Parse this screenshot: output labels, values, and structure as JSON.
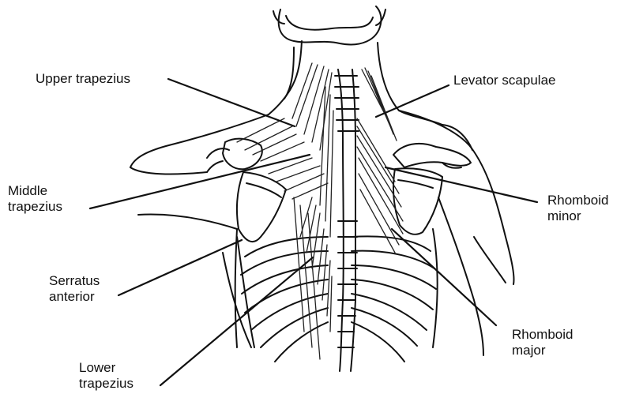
{
  "colors": {
    "ink": "#111111",
    "paper": "#ffffff",
    "shade": "#222222"
  },
  "labels": {
    "upper_trapezius": "Upper trapezius",
    "levator_scapulae": "Levator scapulae",
    "middle_trapezius": [
      "Middle",
      "trapezius"
    ],
    "rhomboid_minor": [
      "Rhomboid",
      "minor"
    ],
    "serratus_anterior": [
      "Serratus",
      "anterior"
    ],
    "rhomboid_major": [
      "Rhomboid",
      "major"
    ],
    "lower_trapezius": [
      "Lower",
      "trapezius"
    ]
  }
}
